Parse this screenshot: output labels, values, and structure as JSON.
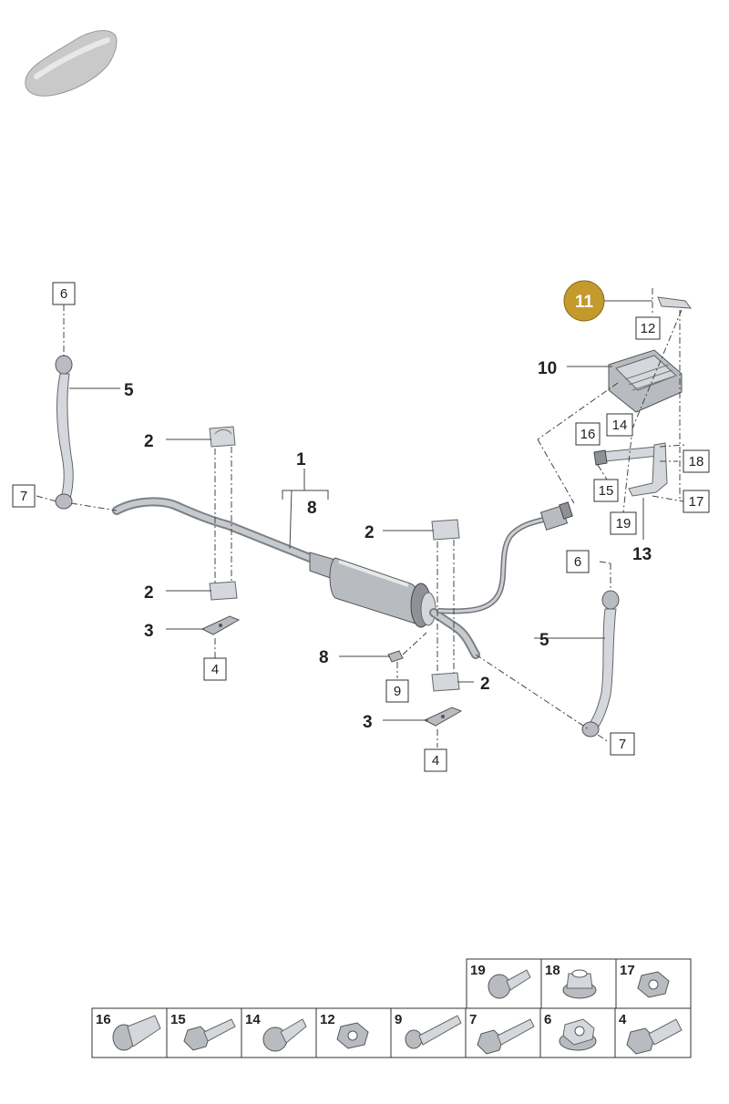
{
  "callouts": {
    "p1": "1",
    "p2a": "2",
    "p2b": "2",
    "p2c": "2",
    "p2d": "2",
    "p3a": "3",
    "p3b": "3",
    "p4a": "4",
    "p4b": "4",
    "p5a": "5",
    "p5b": "5",
    "p6a": "6",
    "p6b": "6",
    "p7a": "7",
    "p7b": "7",
    "p8a": "8",
    "p8b": "8",
    "p9": "9",
    "p10": "10",
    "p11": "11",
    "p12": "12",
    "p13": "13",
    "p14": "14",
    "p15": "15",
    "p16": "16",
    "p17": "17",
    "p18": "18",
    "p19": "19"
  },
  "highlight_color": "#c49a2c",
  "fastener_table": {
    "row1": [
      "19",
      "18",
      "17"
    ],
    "row2": [
      "16",
      "15",
      "14",
      "12",
      "9",
      "7",
      "6",
      "4"
    ]
  }
}
